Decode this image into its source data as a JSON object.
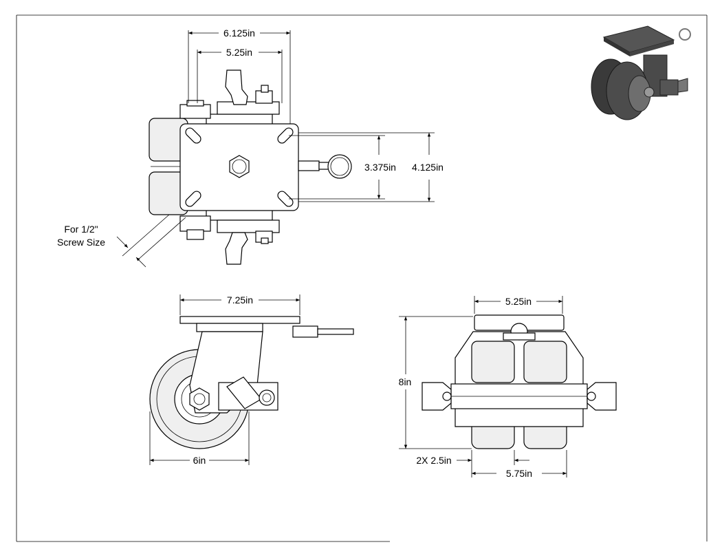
{
  "top_view": {
    "dim_overall_width": "6.125in",
    "dim_bolt_width": "5.25in",
    "dim_bolt_height": "3.375in",
    "dim_overall_height": "4.125in",
    "screw_note_line1": "For 1/2\"",
    "screw_note_line2": "Screw Size"
  },
  "side_view": {
    "dim_plate_length": "7.25in",
    "dim_wheel_diameter": "6in"
  },
  "front_view": {
    "dim_plate_width": "5.25in",
    "dim_height": "8in",
    "dim_wheel_width": "2X 2.5in",
    "dim_overall_width": "5.75in"
  },
  "colors": {
    "line": "#000000",
    "paper": "#ffffff",
    "shade": "#efefef",
    "render_dark": "#3a3a3a",
    "render_mid": "#6e6e6e"
  }
}
